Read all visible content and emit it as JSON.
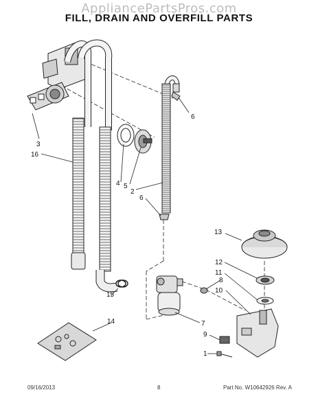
{
  "watermark": "AppliancePartsPros.com",
  "title": "FILL, DRAIN AND OVERFILL PARTS",
  "callouts": {
    "c3": "3",
    "c16": "16",
    "c4": "4",
    "c5": "5",
    "c2": "2",
    "c6a": "6",
    "c6b": "6",
    "c13": "13",
    "c12": "12",
    "c8": "8",
    "c11": "11",
    "c10": "10",
    "c15": "15",
    "c14": "14",
    "c7": "7",
    "c9": "9",
    "c1": "1"
  },
  "footer": {
    "date": "09/16/2013",
    "page": "8",
    "part_no": "Part No. W10642926  Rev. A"
  }
}
